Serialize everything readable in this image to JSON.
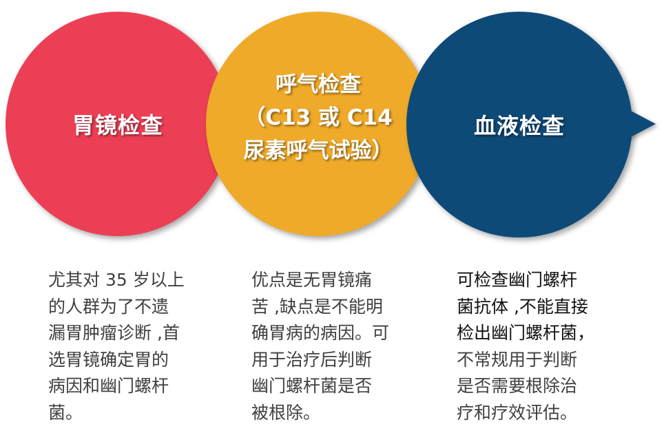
{
  "colors": {
    "red": "#ec3f55",
    "orange": "#f0aa2a",
    "blue": "#0e4a78",
    "text": "#3f3f3f"
  },
  "circles": [
    {
      "title_lines": [
        "胃镜检查"
      ]
    },
    {
      "title_lines": [
        "呼气检查",
        "（C13 或 C14",
        "尿素呼气试验）"
      ]
    },
    {
      "title_lines": [
        "血液检查"
      ]
    }
  ],
  "descriptions": [
    {
      "lines": [
        "尤其对 35 岁以上",
        "的人群为了不遗",
        "漏胃肿瘤诊断 ,首",
        "选胃镜确定胃的",
        "病因和幽门螺杆",
        "菌。"
      ]
    },
    {
      "lines": [
        "优点是无胃镜痛",
        "苦 ,缺点是不能明",
        "确胃病的病因。可",
        "用于治疗后判断",
        "幽门螺杆菌是否",
        "被根除。"
      ]
    },
    {
      "lines": [
        "可检查幽门螺杆",
        "菌抗体 ,不能直接",
        "检出幽门螺杆菌，",
        "不常规用于判断",
        "是否需要根除治",
        "疗和疗效评估。"
      ]
    }
  ]
}
